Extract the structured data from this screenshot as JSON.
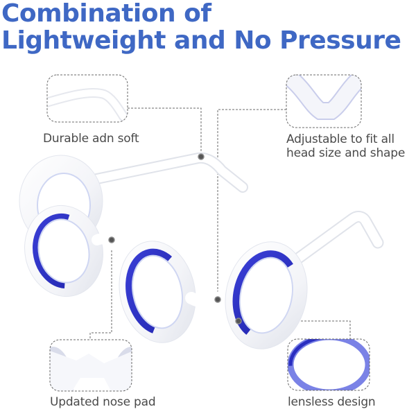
{
  "header": {
    "title_line1": "Combination of",
    "title_line2": "Lightweight and No Pressure"
  },
  "callouts": [
    {
      "id": "temple-arm",
      "caption_lines": [
        "Durable adn soft"
      ],
      "icon": "temple-arm-detail"
    },
    {
      "id": "bridge-fit",
      "caption_lines": [
        "Adjustable to fit all",
        "head size and shape"
      ],
      "icon": "bridge-detail"
    },
    {
      "id": "nose-pad",
      "caption_lines": [
        "Updated nose pad"
      ],
      "icon": "nose-pad-detail"
    },
    {
      "id": "lensless",
      "caption_lines": [
        "lensless design"
      ],
      "icon": "lensless-ring-detail"
    }
  ],
  "colors": {
    "title": "#3f68c4",
    "caption": "#4a4a4a",
    "liquid_blue": "#2a2ec0",
    "frame_white": "#f7f8fb",
    "callout_border": "#6a6a6a"
  }
}
